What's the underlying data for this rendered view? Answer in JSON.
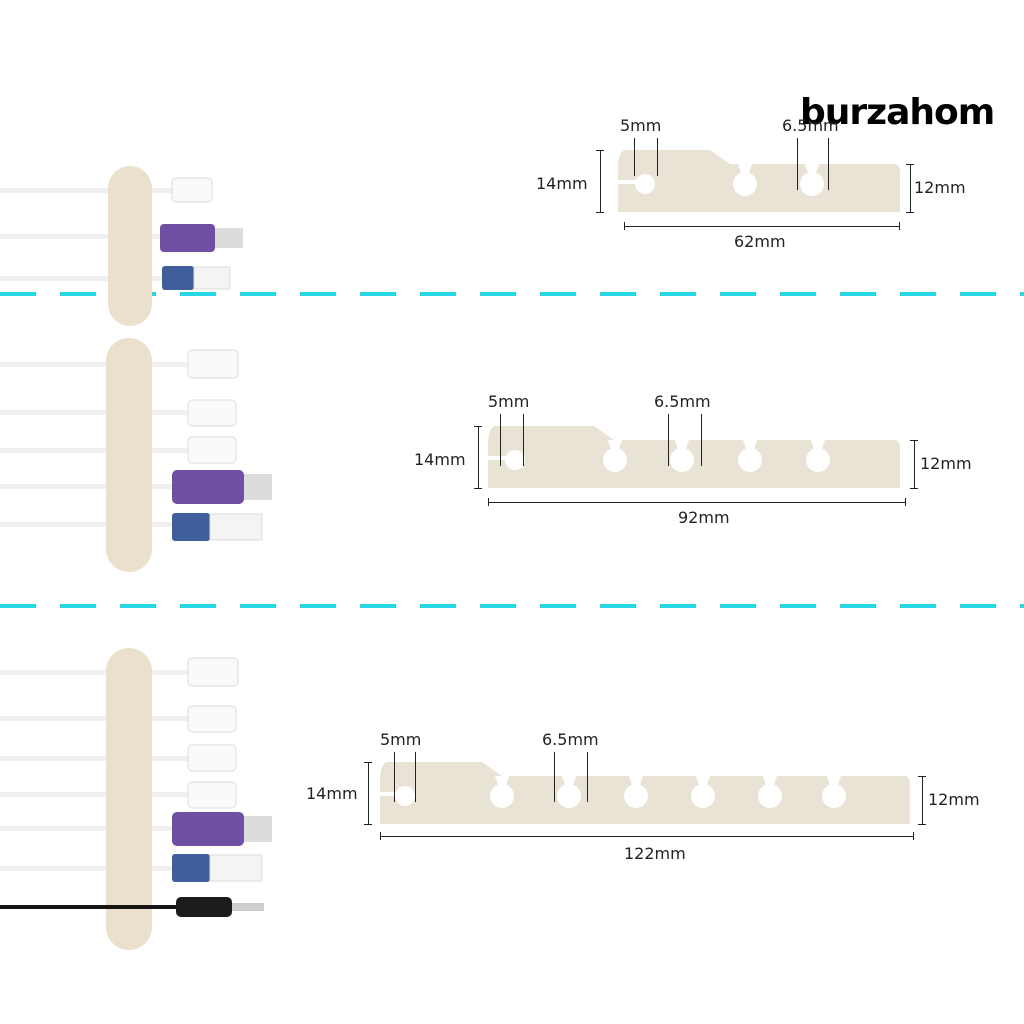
{
  "brand": "burzahom",
  "colors": {
    "wood": "#ebe0cc",
    "cable": "#f2f2f2",
    "purple_plug": "#6f4fa3",
    "blue_plug": "#3f5e9a",
    "divider": "#28d6e6"
  },
  "panels": [
    {
      "slots": 3,
      "dims": {
        "hole": "5mm",
        "gap": "6.5mm",
        "height_left": "14mm",
        "height_right": "12mm",
        "length": "62mm"
      }
    },
    {
      "slots": 5,
      "dims": {
        "hole": "5mm",
        "gap": "6.5mm",
        "height_left": "14mm",
        "height_right": "12mm",
        "length": "92mm"
      }
    },
    {
      "slots": 7,
      "dims": {
        "hole": "5mm",
        "gap": "6.5mm",
        "height_left": "14mm",
        "height_right": "12mm",
        "length": "122mm"
      }
    }
  ]
}
